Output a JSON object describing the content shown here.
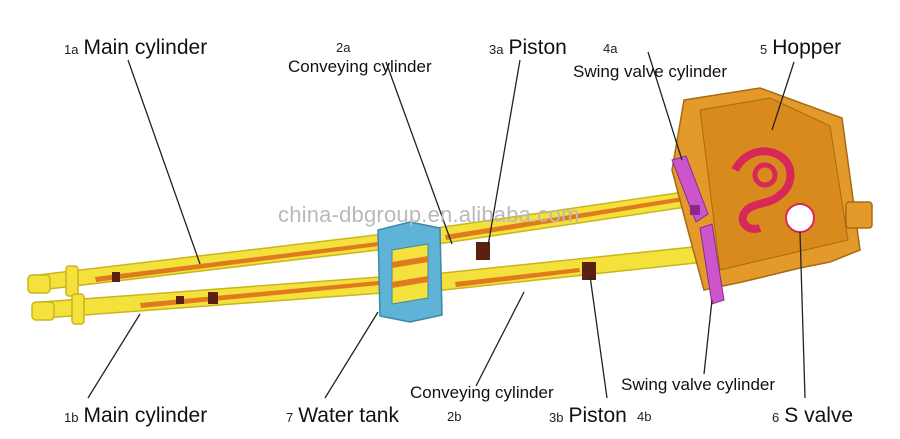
{
  "watermark": "china-dbgroup.en.alibaba.com",
  "colors": {
    "cylinder": "#f5e13c",
    "cylinder_dark": "#c9b51c",
    "stripe": "#e07a1e",
    "water_tank": "#5fb3d6",
    "hopper": "#e39a2a",
    "swing_valve": "#cc55cc",
    "s_valve": "#d8285a",
    "piston": "#5a2010",
    "leader_line": "#222222"
  },
  "labels": [
    {
      "id": "1a",
      "num": "1a",
      "text": "Main cylinder"
    },
    {
      "id": "2a-num",
      "num": "2a",
      "text": ""
    },
    {
      "id": "2a",
      "num": "",
      "text": "Conveying cylinder"
    },
    {
      "id": "3a",
      "num": "3a",
      "text": "Piston"
    },
    {
      "id": "4a",
      "num": "4a",
      "text": "Swing valve cylinder"
    },
    {
      "id": "5",
      "num": "5",
      "text": "Hopper"
    },
    {
      "id": "1b",
      "num": "1b",
      "text": "Main cylinder"
    },
    {
      "id": "7",
      "num": "7",
      "text": "Water tank"
    },
    {
      "id": "2b",
      "num": "",
      "text": "Conveying cylinder"
    },
    {
      "id": "2b-num",
      "num": "2b",
      "text": ""
    },
    {
      "id": "3b",
      "num": "3b",
      "text": "Piston"
    },
    {
      "id": "4b-num",
      "num": "4b",
      "text": ""
    },
    {
      "id": "4b",
      "num": "",
      "text": "Swing valve cylinder"
    },
    {
      "id": "6",
      "num": "6",
      "text": "S valve"
    }
  ]
}
